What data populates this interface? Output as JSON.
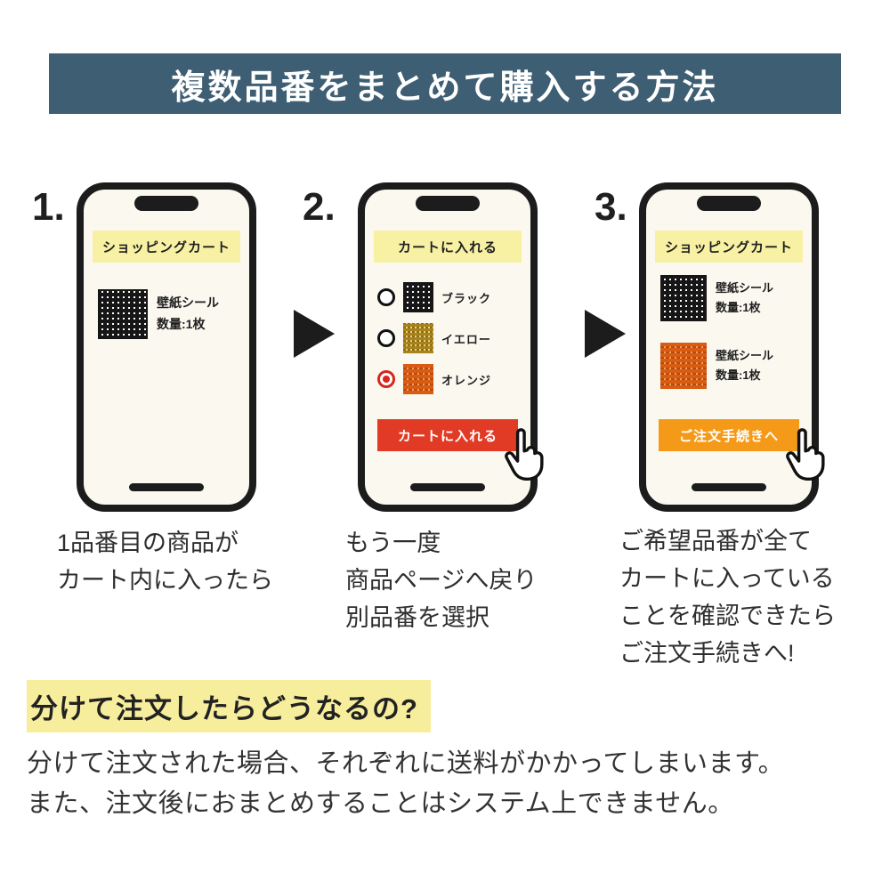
{
  "colors": {
    "banner_bg": "#3e5e74",
    "phone_header_bg": "#f8f1a4",
    "cart_button_red": "#e23b25",
    "order_button_orange": "#f59a18",
    "highlight_yellow": "#f7ee9d",
    "radio_selected_red": "#d7261d"
  },
  "banner": {
    "title": "複数品番をまとめて購入する方法"
  },
  "steps": [
    {
      "number": "1.",
      "phone": {
        "header": "ショッピングカート",
        "items": [
          {
            "swatch": "black-grid-swatch",
            "name": "壁紙シール",
            "qty": "数量:1枚"
          }
        ]
      },
      "caption": "1品番目の商品が\nカート内に入ったら"
    },
    {
      "number": "2.",
      "phone": {
        "header": "カートに入れる",
        "options": [
          {
            "swatch": "black-grid-swatch",
            "label": "ブラック",
            "selected": false
          },
          {
            "swatch": "yellow-grid-swatch",
            "label": "イエロー",
            "selected": false
          },
          {
            "swatch": "orange-grid-swatch",
            "label": "オレンジ",
            "selected": true
          }
        ],
        "button": {
          "label": "カートに入れる"
        }
      },
      "caption": "もう一度\n商品ページへ戻り\n別品番を選択"
    },
    {
      "number": "3.",
      "phone": {
        "header": "ショッピングカート",
        "items": [
          {
            "swatch": "black-grid-swatch",
            "name": "壁紙シール",
            "qty": "数量:1枚"
          },
          {
            "swatch": "orange-grid-swatch",
            "name": "壁紙シール",
            "qty": "数量:1枚"
          }
        ],
        "button": {
          "label": "ご注文手続きへ"
        }
      },
      "caption": "ご希望品番が全て\nカートに入っている\nことを確認できたら\nご注文手続きへ!"
    }
  ],
  "faq": {
    "question": "分けて注文したらどうなるの?",
    "answer": "分けて注文された場合、それぞれに送料がかかってしまいます。\nまた、注文後におまとめすることはシステム上できません。"
  }
}
